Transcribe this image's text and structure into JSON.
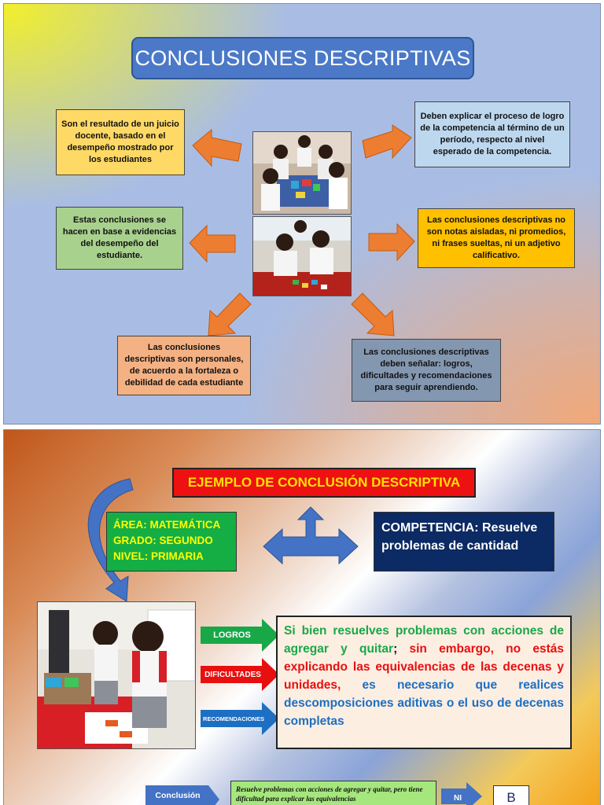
{
  "slide1": {
    "title": "CONCLUSIONES DESCRIPTIVAS",
    "cards": [
      {
        "text": "Son el resultado de un juicio docente, basado en el desempeño mostrado por los estudiantes",
        "color": "#ffd966"
      },
      {
        "text": "Deben explicar el proceso de logro de la competencia al término de un período, respecto al nivel esperado de la competencia.",
        "color": "#bdd7ee"
      },
      {
        "text": "Estas conclusiones se hacen en base a evidencias del desempeño del estudiante.",
        "color": "#a9d18e"
      },
      {
        "text": "Las conclusiones descriptivas no son notas aisladas, ni promedios, ni frases sueltas, ni un adjetivo calificativo.",
        "color": "#ffc000"
      },
      {
        "text": "Las conclusiones descriptivas son personales, de acuerdo a la fortaleza o debilidad de cada estudiante",
        "color": "#f4b183"
      },
      {
        "text": "Las conclusiones descriptivas deben señalar: logros, dificultades y recomendaciones para seguir aprendiendo.",
        "color": "#8497b0"
      }
    ]
  },
  "slide2": {
    "title": "EJEMPLO DE CONCLUSIÓN DESCRIPTIVA",
    "area": "ÁREA: MATEMÁTICA",
    "grado": "GRADO: SEGUNDO",
    "nivel": "NIVEL: PRIMARIA",
    "competencia": "COMPETENCIA: Resuelve problemas de cantidad",
    "tags": {
      "logros": "LOGROS",
      "dificultades": "DIFICULTADES",
      "recomendaciones": "RECOMENDACIONES"
    },
    "conclusion": {
      "logros": "Si bien resuelves problemas con acciones de agregar y quitar",
      "sep": ";",
      "dificultades": " sin embargo, no estás explicando las equivalencias de las decenas y unidades,",
      "recomendaciones": " es necesario que realices descomposiciones aditivas o el uso de decenas completas"
    },
    "conclusion_label": "Conclusión",
    "conclusion_text": "Resuelve problemas con acciones de agregar y quitar, pero tiene dificultad para explicar las equivalencias",
    "nivel_label": "NI",
    "grade": "B"
  }
}
